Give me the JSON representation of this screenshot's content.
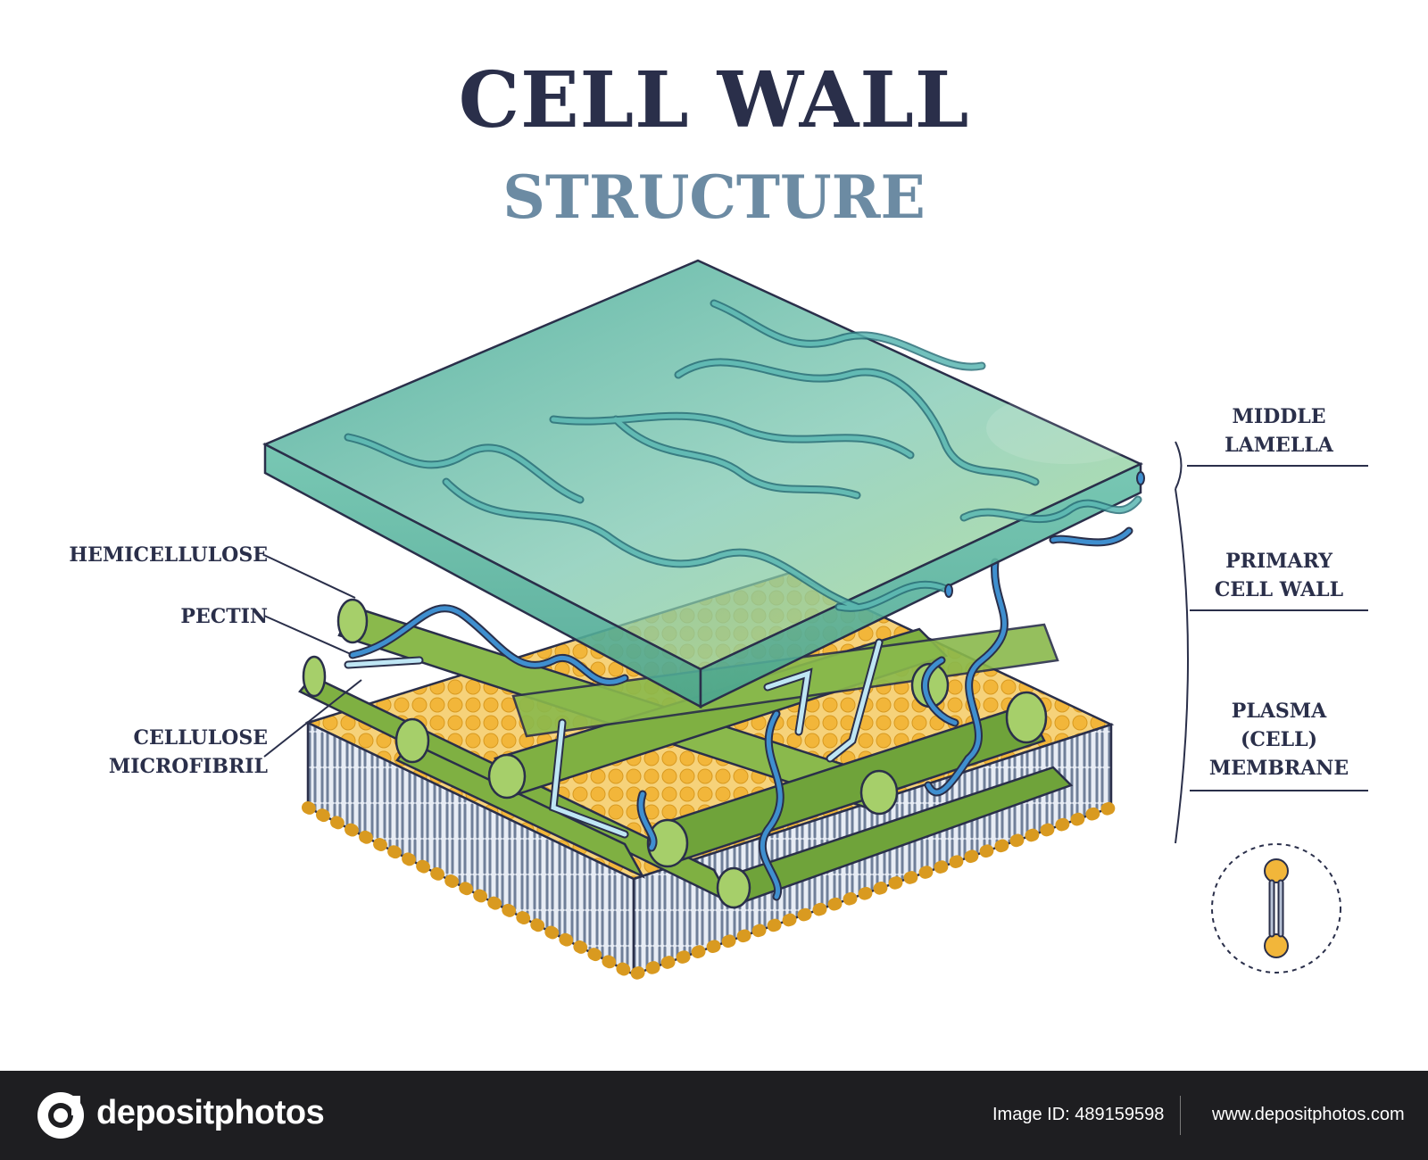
{
  "title": "CELL WALL",
  "subtitle": "STRUCTURE",
  "labels": {
    "hemicellulose": "HEMICELLULOSE",
    "pectin": "PECTIN",
    "cellulose_line1": "CELLULOSE",
    "cellulose_line2": "MICROFIBRIL",
    "middle_line1": "MIDDLE",
    "middle_line2": "LAMELLA",
    "primary_line1": "PRIMARY",
    "primary_line2": "CELL WALL",
    "plasma_line1": "PLASMA",
    "plasma_line2": "(CELL)",
    "plasma_line3": "MEMBRANE"
  },
  "footer": {
    "brand": "depositphotos",
    "image_id": "Image ID: 489159598",
    "url": "www.depositphotos.com"
  },
  "colors": {
    "title": "#2a2f4a",
    "subtitle": "#6c8ba3",
    "lamella": "#5fb8a0",
    "cellulose": "#7fb042",
    "pectin": "#3f8fcf",
    "membrane_head": "#f2b63a",
    "membrane_tail": "#6f7f99",
    "footer_bg": "#1e1e21"
  }
}
